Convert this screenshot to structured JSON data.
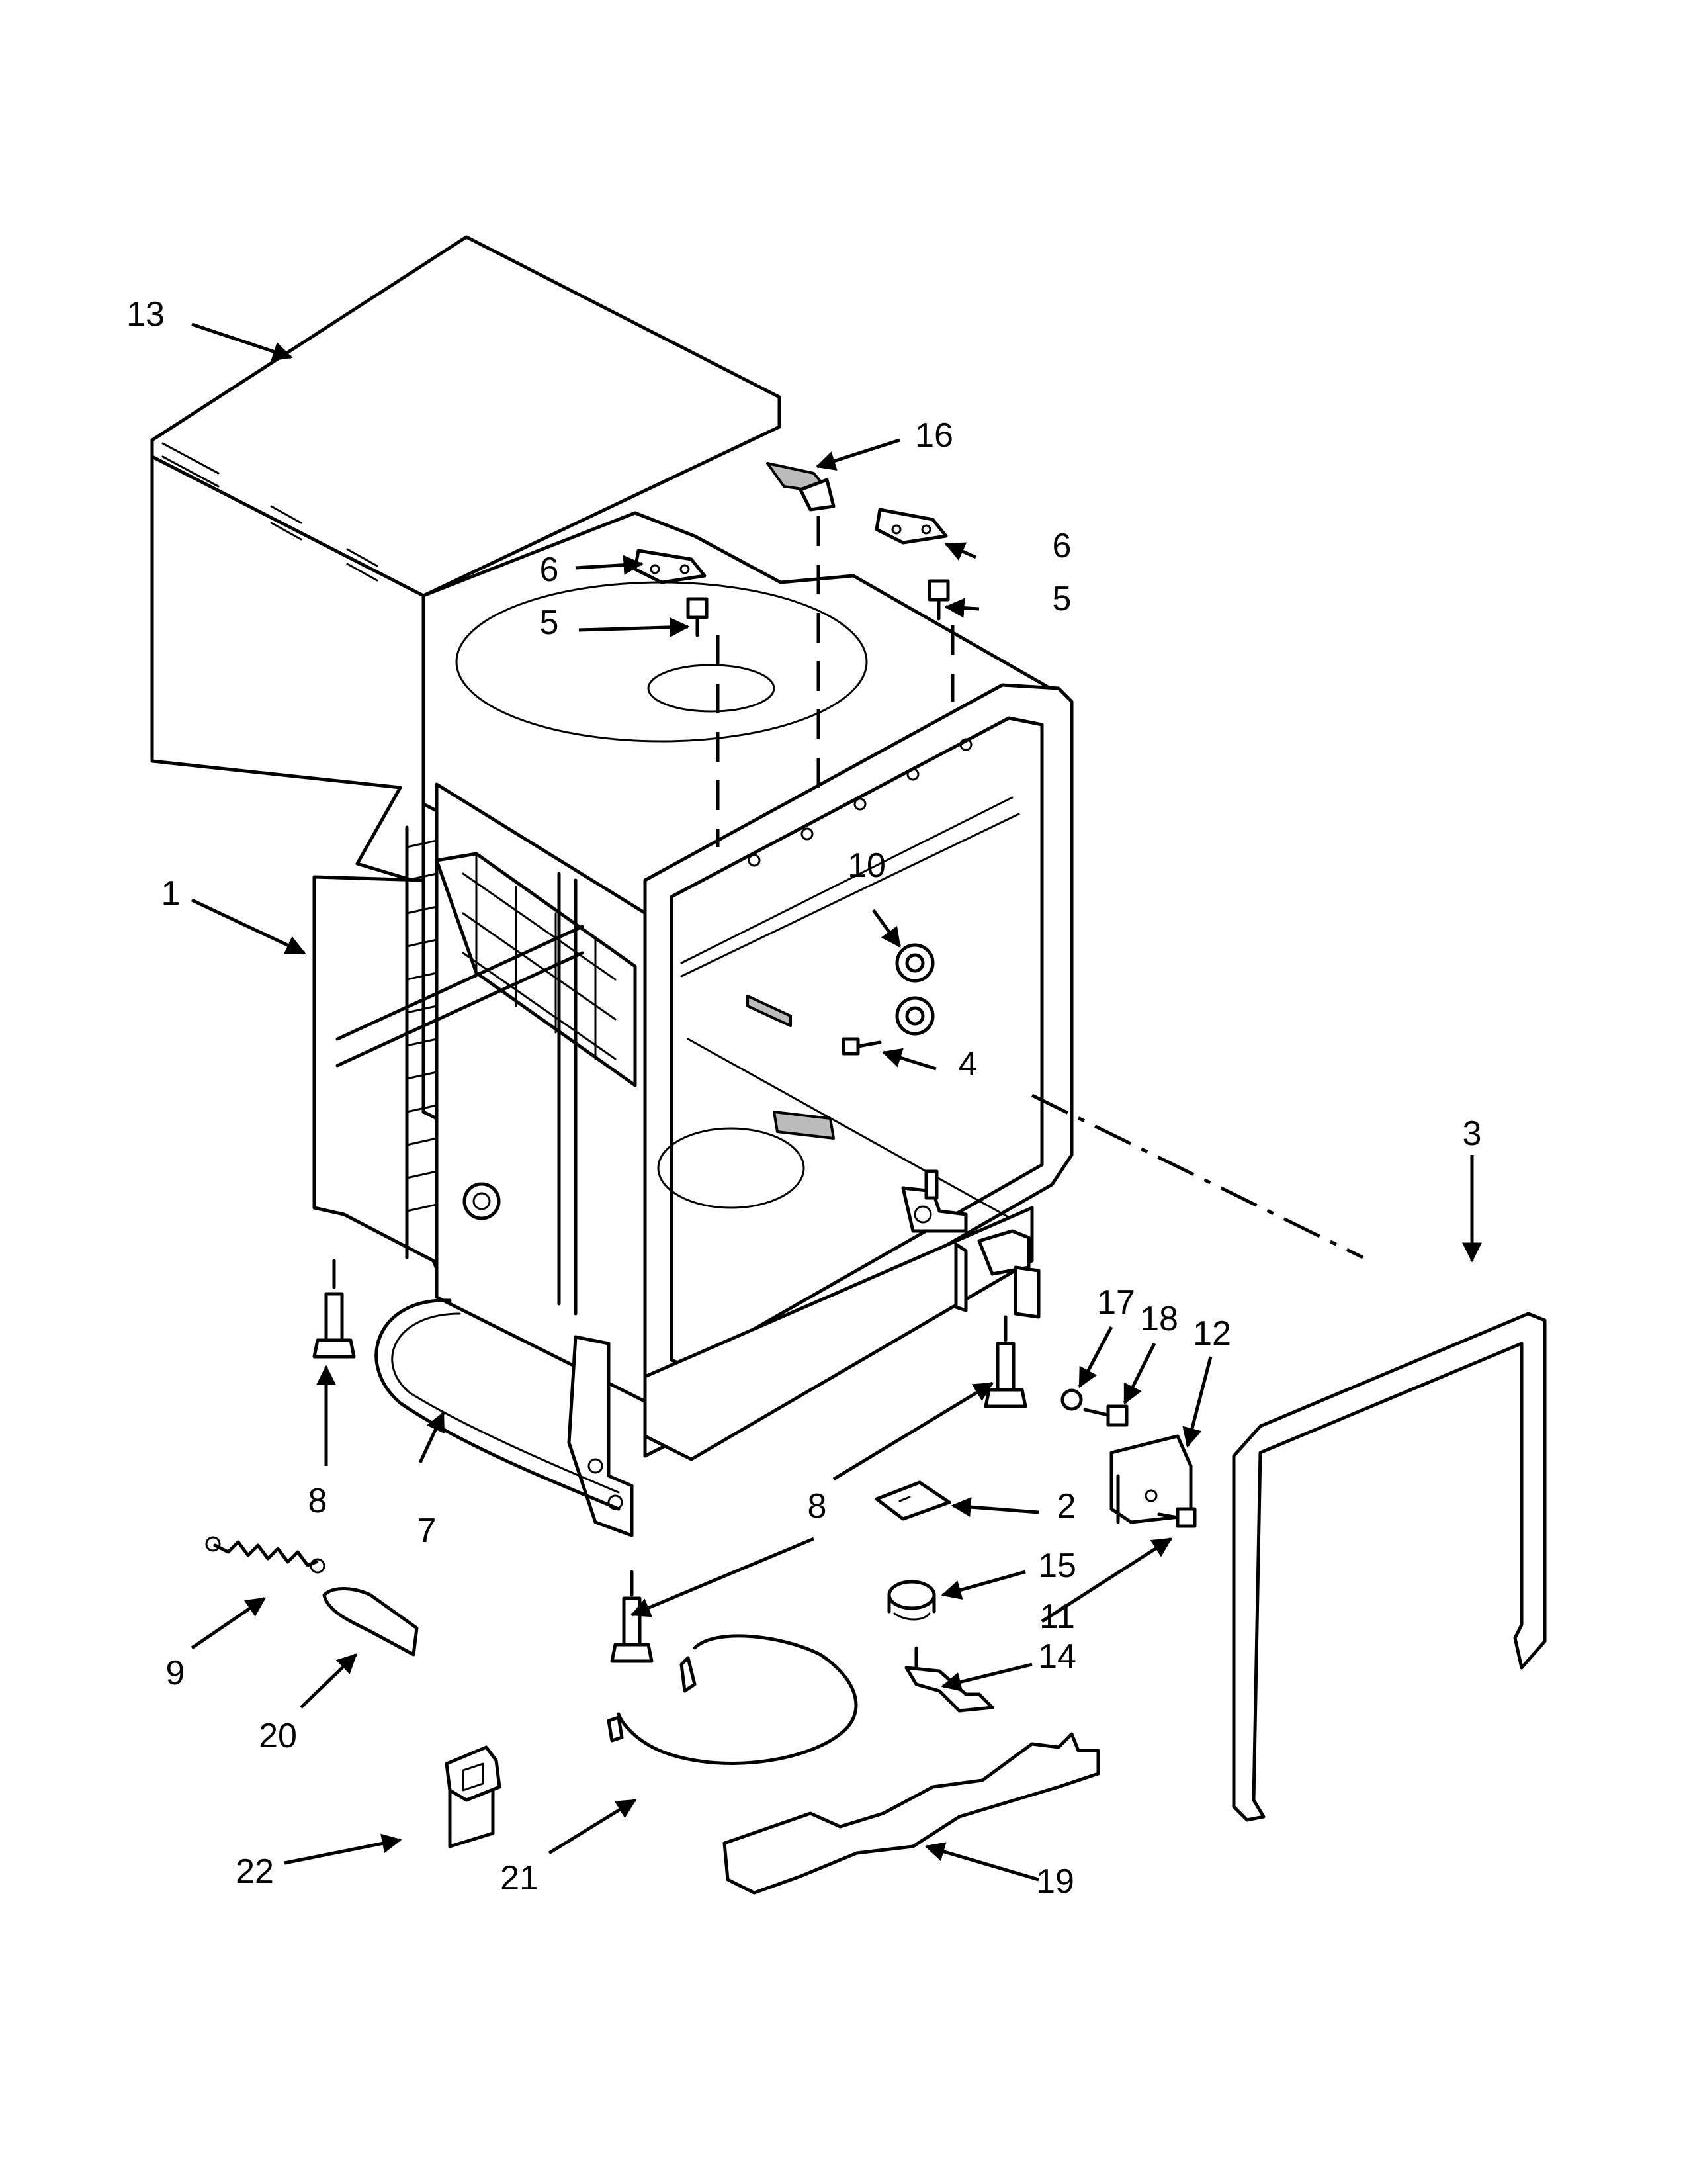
{
  "callouts": {
    "c1": "1",
    "c2": "2",
    "c3": "3",
    "c4": "4",
    "c5a": "5",
    "c5b": "5",
    "c6a": "6",
    "c6b": "6",
    "c7": "7",
    "c8a": "8",
    "c8b": "8",
    "c9": "9",
    "c10": "10",
    "c11": "11",
    "c12": "12",
    "c13": "13",
    "c14": "14",
    "c15": "15",
    "c16": "16",
    "c17": "17",
    "c18": "18",
    "c19": "19",
    "c20": "20",
    "c21": "21",
    "c22": "22"
  }
}
